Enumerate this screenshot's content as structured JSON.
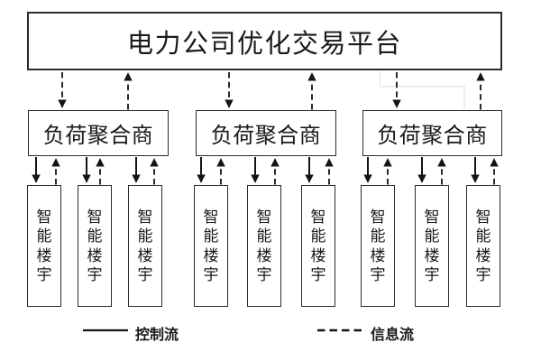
{
  "diagram": {
    "platform": {
      "label": "电力公司优化交易平台"
    },
    "aggregators": [
      {
        "label": "负荷聚合商"
      },
      {
        "label": "负荷聚合商"
      },
      {
        "label": "负荷聚合商"
      }
    ],
    "buildings": [
      {
        "label": "智能楼宇"
      },
      {
        "label": "智能楼宇"
      },
      {
        "label": "智能楼宇"
      },
      {
        "label": "智能楼宇"
      },
      {
        "label": "智能楼宇"
      },
      {
        "label": "智能楼宇"
      },
      {
        "label": "智能楼宇"
      },
      {
        "label": "智能楼宇"
      },
      {
        "label": "智能楼宇"
      }
    ],
    "connections": {
      "platform_aggregators": {
        "downward": "信息流",
        "upward": "信息流",
        "line_style": "dashed"
      },
      "aggregators_buildings": {
        "downward": "控制流",
        "downward_style": "solid",
        "upward": "信息流",
        "upward_style": "dashed"
      }
    },
    "legend": [
      {
        "label": "控制流",
        "line_style": "solid"
      },
      {
        "label": "信息流",
        "line_style": "dashed"
      }
    ],
    "colors": {
      "ink": "#1a1a1a",
      "box_border": "#2b2b2b",
      "background": "#ffffff",
      "faint_connector": "#e9e9e9"
    }
  }
}
